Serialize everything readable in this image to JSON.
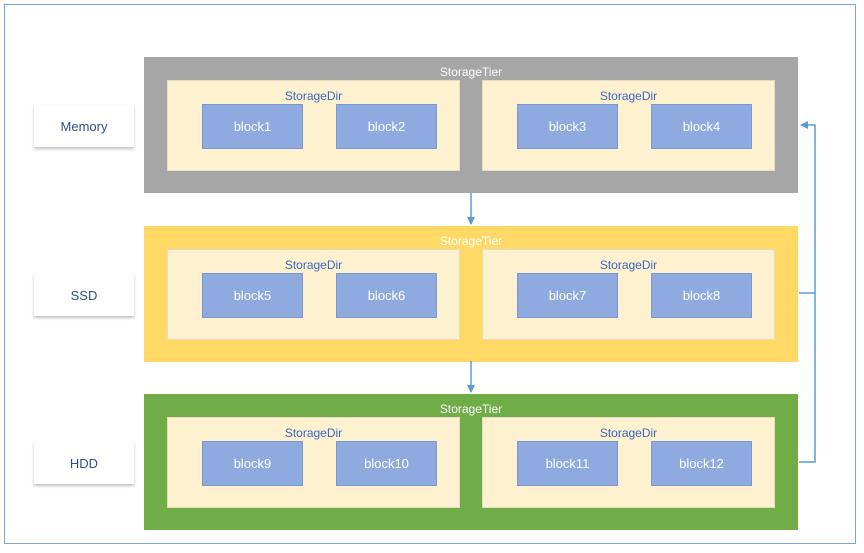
{
  "tiers": [
    {
      "label": "Memory",
      "title": "StorageTier",
      "color": "#a6a6a6",
      "dirs": [
        {
          "title": "StorageDir",
          "blocks": [
            "block1",
            "block2"
          ]
        },
        {
          "title": "StorageDir",
          "blocks": [
            "block3",
            "block4"
          ]
        }
      ]
    },
    {
      "label": "SSD",
      "title": "StorageTier",
      "color": "#ffd966",
      "dirs": [
        {
          "title": "StorageDir",
          "blocks": [
            "block5",
            "block6"
          ]
        },
        {
          "title": "StorageDir",
          "blocks": [
            "block7",
            "block8"
          ]
        }
      ]
    },
    {
      "label": "HDD",
      "title": "StorageTier",
      "color": "#70ad47",
      "dirs": [
        {
          "title": "StorageDir",
          "blocks": [
            "block9",
            "block10"
          ]
        },
        {
          "title": "StorageDir",
          "blocks": [
            "block11",
            "block12"
          ]
        }
      ]
    }
  ],
  "colors": {
    "dir_fill": "#fef1cf",
    "block_fill": "#8eaadf",
    "arrow": "#5b9bd5"
  }
}
